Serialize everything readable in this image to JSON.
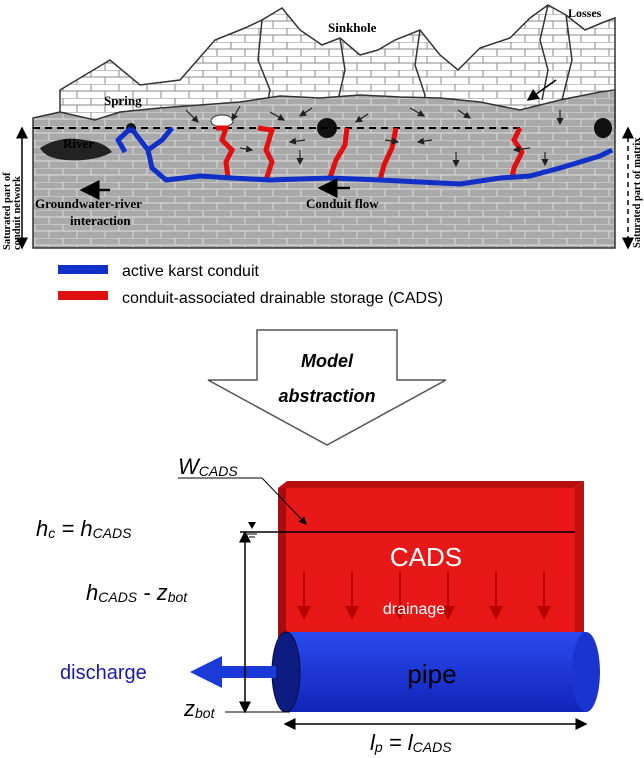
{
  "colors": {
    "conduit": "#1030c8",
    "cads": "#e01010",
    "rock_fill": "#a8a8a8",
    "discharge_text": "#1a1aa0",
    "pipe": "#1a3ad8",
    "cads_box": "#e81818"
  },
  "top_diagram": {
    "label_sinkhole": "Sinkhole",
    "label_losses": "Losses",
    "label_spring": "Spring",
    "label_river": "River",
    "label_gw_river_1": "Groundwater-river",
    "label_gw_river_2": "interaction",
    "label_conduit_flow": "Conduit flow",
    "left_axis_1": "Saturated part of",
    "left_axis_2": "conduit network",
    "right_axis": "Saturated part of matrix"
  },
  "legend": {
    "items": [
      {
        "label": "active karst conduit",
        "color": "#1030c8"
      },
      {
        "label": "conduit-associated drainable storage (CADS)",
        "color": "#e01010"
      }
    ]
  },
  "arrow": {
    "line1": "Model",
    "line2": "abstraction"
  },
  "model": {
    "w_cads": "W",
    "w_cads_sub": "CADS",
    "hc_lhs": "h",
    "hc_lhs_sub": "c",
    "hc_eq": " = h",
    "hc_rhs_sub": "CADS",
    "h_minus_lhs": "h",
    "h_minus_lhs_sub": "CADS",
    "h_minus_mid": " - z",
    "h_minus_sub": "bot",
    "zbot": "z",
    "zbot_sub": "bot",
    "lp_lhs": "l",
    "lp_lhs_sub": "p",
    "lp_eq": " = l",
    "lp_rhs_sub": "CADS",
    "cads_label": "CADS",
    "drainage_label": "drainage",
    "pipe_label": "pipe",
    "discharge_label": "discharge"
  }
}
